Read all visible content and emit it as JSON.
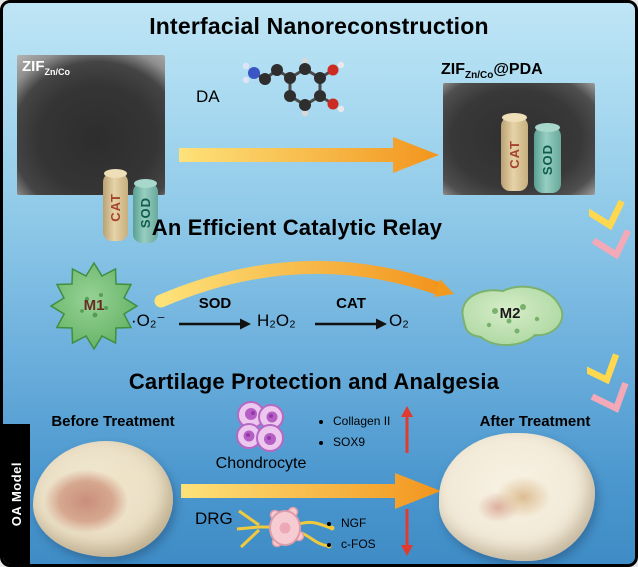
{
  "colors": {
    "background_top": "#bfe5f5",
    "background_bottom": "#3f8cc6",
    "arrow_gradient_start": "#fcd860",
    "arrow_gradient_end": "#f2951d",
    "chevron_yellow": "#ffd84d",
    "chevron_pink": "#f4a9b8",
    "marker_arrow_red": "#e13b30",
    "m1_green": "#6fbf6f",
    "m2_green": "#bfe3b0",
    "chondrocyte_purple": "#b55fc6",
    "cat_cylinder_tan": "#e6d3a8",
    "sod_cylinder_teal": "#97cec1"
  },
  "titles": {
    "section1": "Interfacial Nanoreconstruction",
    "section2": "An Efficient Catalytic Relay",
    "section3": "Cartilage Protection and Analgesia"
  },
  "reconstruction": {
    "tem_left": {
      "name": "ZIF",
      "sub": "Zn/Co",
      "cat": "CAT",
      "sod": "SOD"
    },
    "da": "DA",
    "tem_right": {
      "name": "ZIF",
      "sub": "Zn/Co",
      "suffix": "@PDA",
      "cat": "CAT",
      "sod": "SOD"
    }
  },
  "relay": {
    "m1": "M1",
    "superoxide": "·O₂⁻",
    "sod": "SOD",
    "h2o2": "H₂O₂",
    "cat": "CAT",
    "o2": "O₂",
    "m2": "M2"
  },
  "therapy": {
    "before": "Before Treatment",
    "after": "After Treatment",
    "chondrocyte": "Chondrocyte",
    "chondrocyte_markers": [
      "Collagen II",
      "SOX9"
    ],
    "drg": "DRG",
    "drg_markers": [
      "NGF",
      "c-FOS"
    ],
    "oa_model": "OA Model"
  }
}
